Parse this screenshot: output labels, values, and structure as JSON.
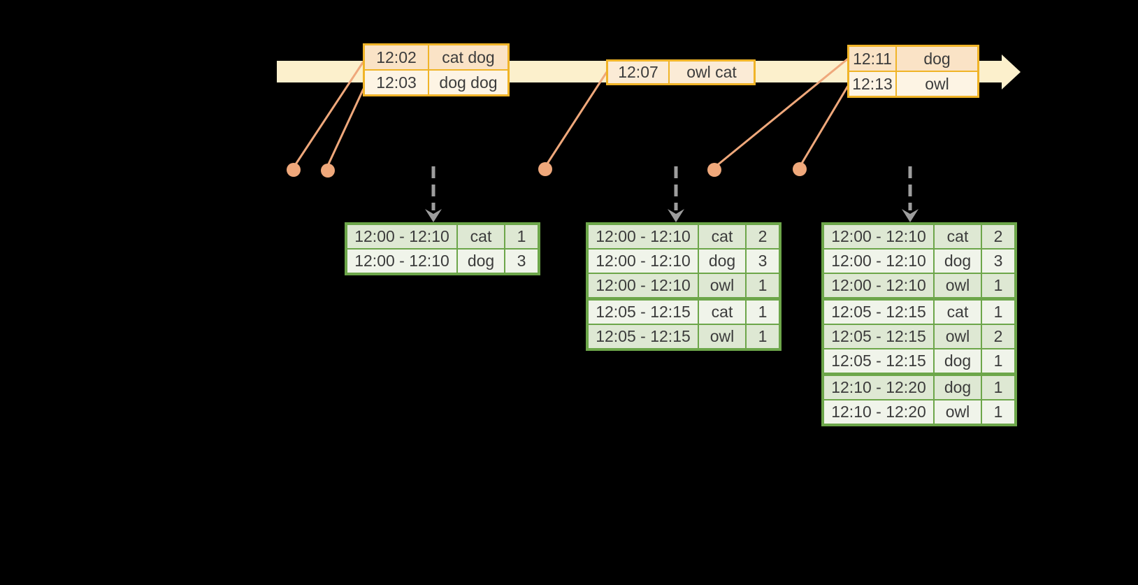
{
  "diagram": {
    "colors": {
      "background": "#000000",
      "timeline_band": "#FCF0CC",
      "event_table_border": "#F0B428",
      "event_row_dark": "#FAE3C6",
      "event_row_light": "#FDF4E4",
      "event_row_mid": "#FBEBD6",
      "result_table_border": "#6DA64A",
      "result_row_dark": "#DEE8D3",
      "result_row_light": "#F0F4EA",
      "event_dot": "#EFA87B",
      "trigger_arrow": "#9E9E9E",
      "text": "#3C3C3C"
    },
    "icons": {
      "timeline_arrowhead": "right-arrow",
      "trigger_arrowhead": "down-arrow",
      "event_marker": "filled-circle"
    },
    "event_tables": [
      {
        "name": "events-12-02",
        "rows": [
          [
            "12:02",
            "cat dog"
          ],
          [
            "12:03",
            "dog dog"
          ]
        ]
      },
      {
        "name": "events-12-07",
        "rows": [
          [
            "12:07",
            "owl cat"
          ]
        ]
      },
      {
        "name": "events-12-11",
        "rows": [
          [
            "12:11",
            "dog"
          ],
          [
            "12:13",
            "owl"
          ]
        ]
      }
    ],
    "result_tables": [
      {
        "name": "result-table-1",
        "rows": [
          [
            "12:00 - 12:10",
            "cat",
            "1"
          ],
          [
            "12:00 - 12:10",
            "dog",
            "3"
          ]
        ],
        "group_breaks": []
      },
      {
        "name": "result-table-2",
        "rows": [
          [
            "12:00 - 12:10",
            "cat",
            "2"
          ],
          [
            "12:00 - 12:10",
            "dog",
            "3"
          ],
          [
            "12:00 - 12:10",
            "owl",
            "1"
          ],
          [
            "12:05 - 12:15",
            "cat",
            "1"
          ],
          [
            "12:05 - 12:15",
            "owl",
            "1"
          ]
        ],
        "group_breaks": [
          3
        ]
      },
      {
        "name": "result-table-3",
        "rows": [
          [
            "12:00 - 12:10",
            "cat",
            "2"
          ],
          [
            "12:00 - 12:10",
            "dog",
            "3"
          ],
          [
            "12:00 - 12:10",
            "owl",
            "1"
          ],
          [
            "12:05 - 12:15",
            "cat",
            "1"
          ],
          [
            "12:05 - 12:15",
            "owl",
            "2"
          ],
          [
            "12:05 - 12:15",
            "dog",
            "1"
          ],
          [
            "12:10 - 12:20",
            "dog",
            "1"
          ],
          [
            "12:10 - 12:20",
            "owl",
            "1"
          ]
        ],
        "group_breaks": [
          3,
          6
        ]
      }
    ]
  }
}
